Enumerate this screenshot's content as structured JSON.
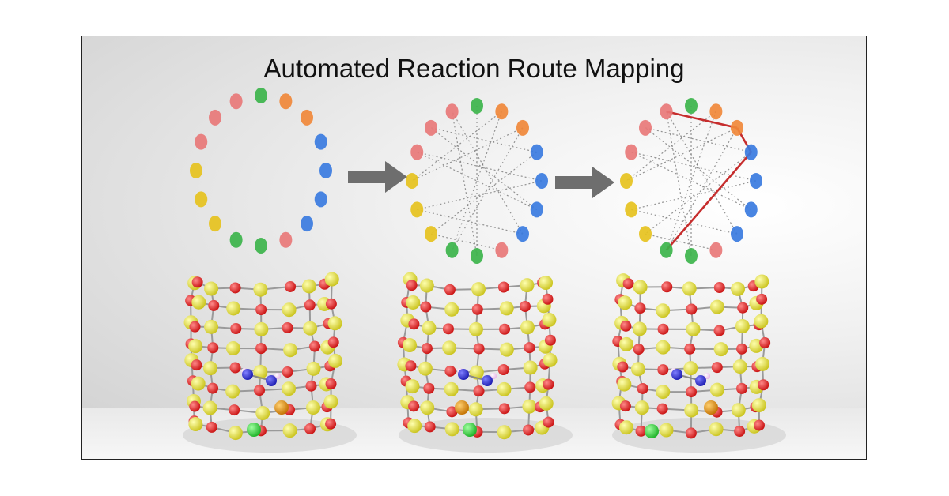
{
  "figure": {
    "title": "Automated Reaction Route Mapping"
  },
  "colors": {
    "green": "#3cb44b",
    "orange": "#f0883a",
    "blue": "#3a7be0",
    "red_pink": "#e87878",
    "yellow": "#e6c21e",
    "route_line": "#c62d2d",
    "arrow": "#6e6e6e",
    "oxygen": "#e01a1a",
    "tatom": "#e9e83a",
    "nitrogen": "#2a2ad6",
    "metal_orange": "#e89a10",
    "metal_green": "#3ee04a"
  },
  "panels": [
    {
      "name": "states",
      "edges": "none"
    },
    {
      "name": "paths",
      "edges": "dotted"
    },
    {
      "name": "route",
      "edges": "highlighted"
    }
  ],
  "node_colors": [
    "green",
    "orange",
    "orange",
    "blue",
    "blue",
    "blue",
    "blue",
    "red_pink",
    "green",
    "green",
    "yellow",
    "yellow",
    "yellow",
    "red_pink",
    "red_pink",
    "red_pink"
  ]
}
